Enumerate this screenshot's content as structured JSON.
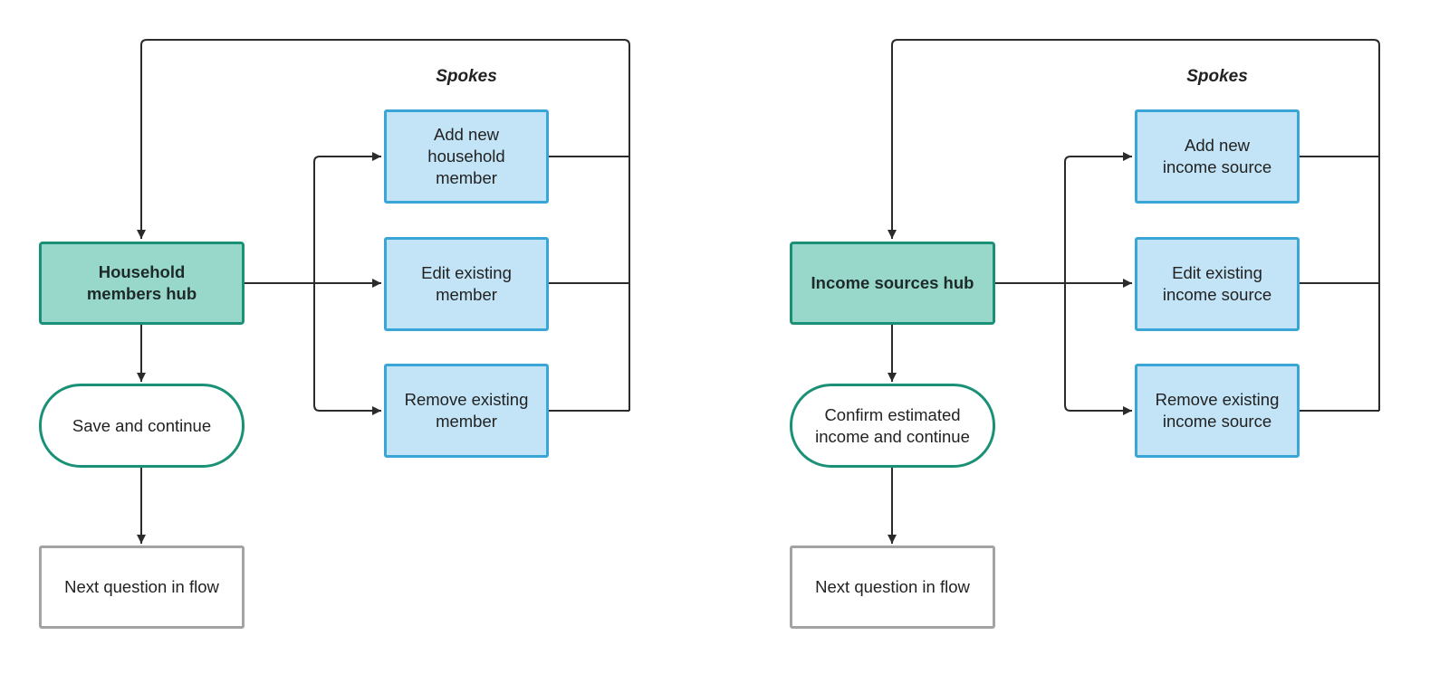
{
  "colors": {
    "hub_fill": "#98d8cb",
    "hub_border": "#1a9177",
    "spoke_fill": "#c2e4f6",
    "spoke_border": "#3aa6d8",
    "next_border": "#a3a3a3",
    "line": "#2b2b2b"
  },
  "left": {
    "spokes_label": "Spokes",
    "hub": "Household\nmembers hub",
    "spokes": [
      "Add new\nhousehold\nmember",
      "Edit existing\nmember",
      "Remove existing\nmember"
    ],
    "terminal": "Save and continue",
    "next": "Next question in flow"
  },
  "right": {
    "spokes_label": "Spokes",
    "hub": "Income sources hub",
    "spokes": [
      "Add new\nincome source",
      "Edit existing\nincome source",
      "Remove existing\nincome source"
    ],
    "terminal": "Confirm estimated\nincome and continue",
    "next": "Next question in flow"
  }
}
